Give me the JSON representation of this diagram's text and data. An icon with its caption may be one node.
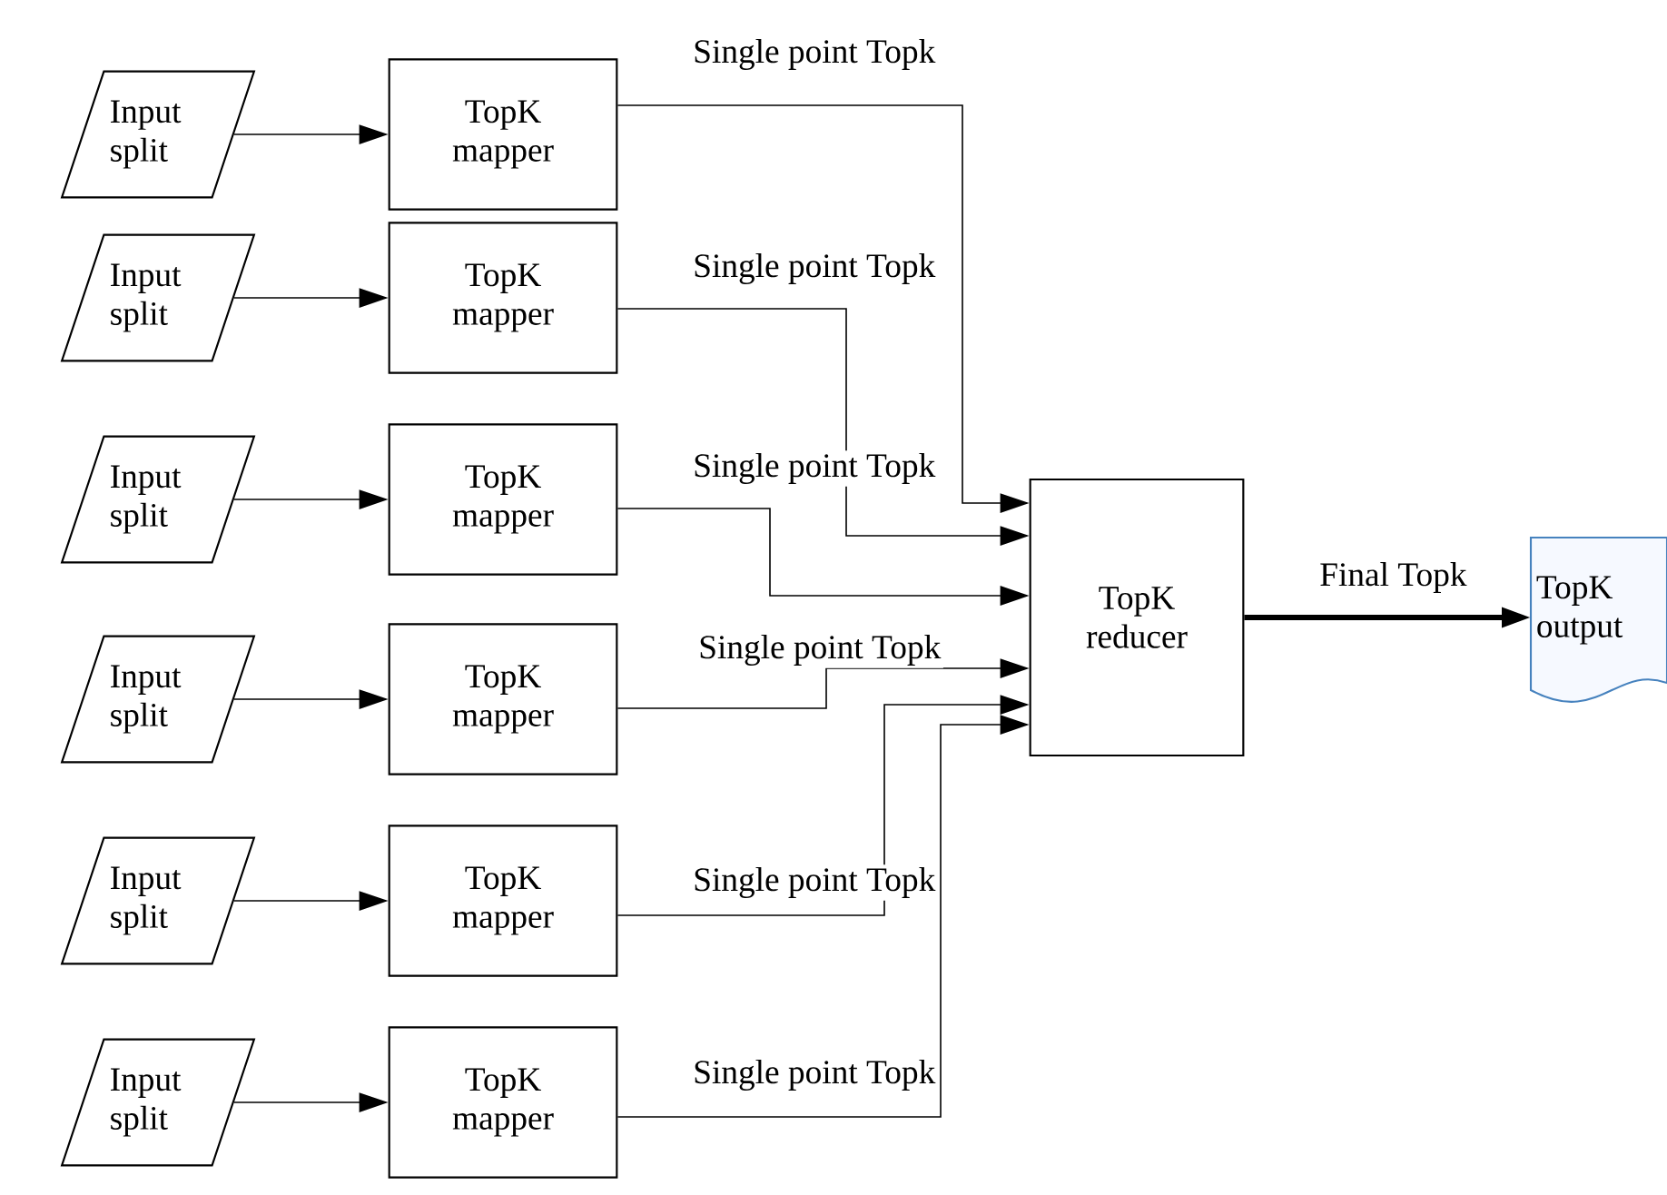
{
  "diagram": {
    "nodes": [
      {
        "text": [
          "Input split"
        ]
      },
      {
        "text": [
          "TopK mapper"
        ]
      },
      {
        "text": [
          "Input split"
        ]
      },
      {
        "text": [
          "TopK mapper"
        ]
      },
      {
        "text": [
          "Input split"
        ]
      },
      {
        "text": [
          "TopK mapper"
        ]
      },
      {
        "text": [
          "Input split"
        ]
      },
      {
        "text": [
          "TopK mapper"
        ]
      },
      {
        "text": [
          "Input split"
        ]
      },
      {
        "text": [
          "TopK mapper"
        ]
      },
      {
        "text": [
          "Input split"
        ]
      },
      {
        "text": [
          "TopK mapper"
        ]
      },
      {
        "text": [
          "TopK reducer"
        ]
      },
      {
        "text": [
          "TopK output"
        ]
      }
    ],
    "edges": [
      {
        "from": 0,
        "to": 1,
        "arrow": "to"
      },
      {
        "from": 2,
        "to": 3,
        "arrow": "to"
      },
      {
        "from": 4,
        "to": 5,
        "arrow": "to"
      },
      {
        "from": 6,
        "to": 7,
        "arrow": "to"
      },
      {
        "from": 8,
        "to": 9,
        "arrow": "to"
      },
      {
        "from": 10,
        "to": 11,
        "arrow": "to"
      },
      {
        "from": 1,
        "to": 12,
        "arrow": "to",
        "label": "Single point Topk"
      },
      {
        "from": 3,
        "to": 12,
        "arrow": "to",
        "label": "Single point Topk"
      },
      {
        "from": 5,
        "to": 12,
        "arrow": "to",
        "label": "Single point Topk"
      },
      {
        "from": 7,
        "to": 12,
        "arrow": "to",
        "label": "Single point Topk"
      },
      {
        "from": 9,
        "to": 12,
        "arrow": "to",
        "label": "Single point Topk"
      },
      {
        "from": 11,
        "to": 12,
        "arrow": "to",
        "label": "Single point Topk"
      },
      {
        "from": 12,
        "to": 13,
        "arrow": "to",
        "label": "Final Topk",
        "style": "thick"
      }
    ]
  }
}
